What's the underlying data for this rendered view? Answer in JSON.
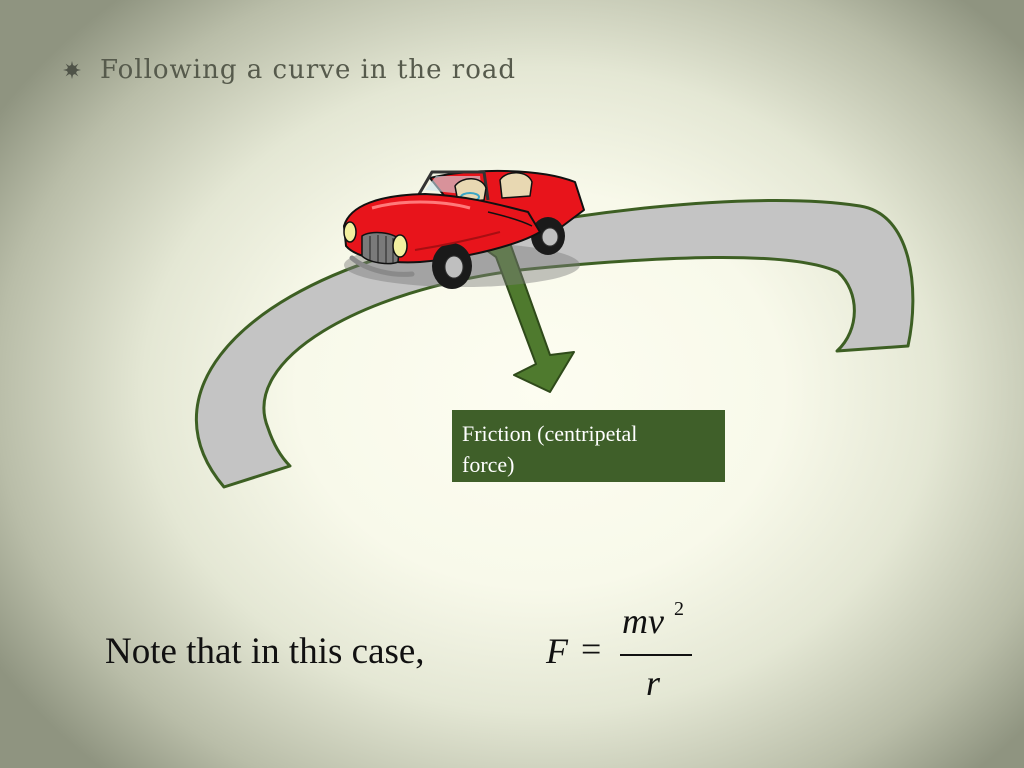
{
  "slide": {
    "bullet": {
      "icon": "starburst-bullet-icon",
      "text": "Following a curve in the road"
    },
    "illustration": {
      "road": "curved-road",
      "car": "red-convertible-car",
      "arrow": "friction-arrow"
    },
    "label_box": {
      "line1": "Friction (centripetal",
      "line2": "force)"
    },
    "note": {
      "text": "Note that in this case,"
    },
    "formula": {
      "lhs": "F",
      "equals": "=",
      "numerator": "mv",
      "exponent": "2",
      "denominator": "r"
    },
    "colors": {
      "road_fill": "#c4c4c4",
      "road_stroke": "#3d5f23",
      "arrow_fill": "#4f7a2e",
      "label_background": "#3f5f29",
      "car_body": "#e8141b"
    }
  }
}
